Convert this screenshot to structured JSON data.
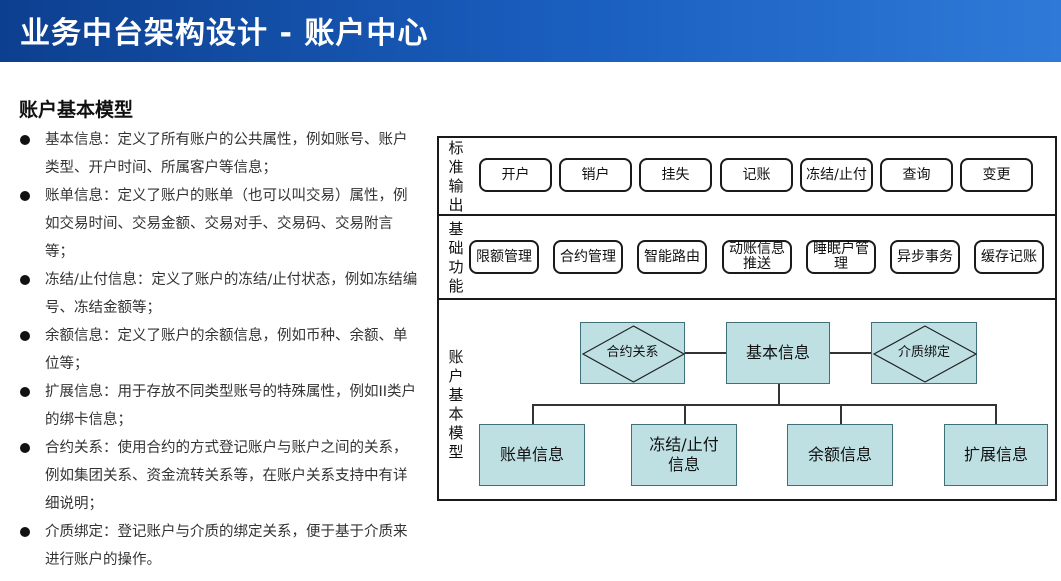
{
  "header": {
    "title": "业务中台架构设计 - 账户中心"
  },
  "section": {
    "title": "账户基本模型"
  },
  "bullets": [
    "基本信息：定义了所有账户的公共属性，例如账号、账户类型、开户时间、所属客户等信息；",
    "账单信息：定义了账户的账单（也可以叫交易）属性，例如交易时间、交易金额、交易对手、交易码、交易附言等；",
    "冻结/止付信息：定义了账户的冻结/止付状态，例如冻结编号、冻结金额等；",
    "余额信息：定义了账户的余额信息，例如币种、余额、单位等；",
    "扩展信息：用于存放不同类型账号的特殊属性，例如II类户的绑卡信息；",
    "合约关系：使用合约的方式登记账户与账户之间的关系，例如集团关系、资金流转关系等，在账户关系支持中有详细说明；",
    "介质绑定：登记账户与介质的绑定关系，便于基于介质来进行账户的操作。"
  ],
  "diagram": {
    "layer1": {
      "label": "标准输出",
      "items": [
        "开户",
        "销户",
        "挂失",
        "记账",
        "冻结/止付",
        "查询",
        "变更"
      ]
    },
    "layer2": {
      "label": "基础功能",
      "items": [
        "限额管理",
        "合约管理",
        "智能路由",
        "动账信息推送",
        "睡眠户管理",
        "异步事务",
        "缓存记账"
      ]
    },
    "layer3": {
      "label": "账户基本模型",
      "center": "基本信息",
      "left_relation": "合约关系",
      "right_relation": "介质绑定",
      "children": [
        "账单信息",
        "冻结/止付信息",
        "余额信息",
        "扩展信息"
      ]
    }
  },
  "colors": {
    "header_bg": "#1a5fc0",
    "entity_fill": "#bfe0e3"
  }
}
